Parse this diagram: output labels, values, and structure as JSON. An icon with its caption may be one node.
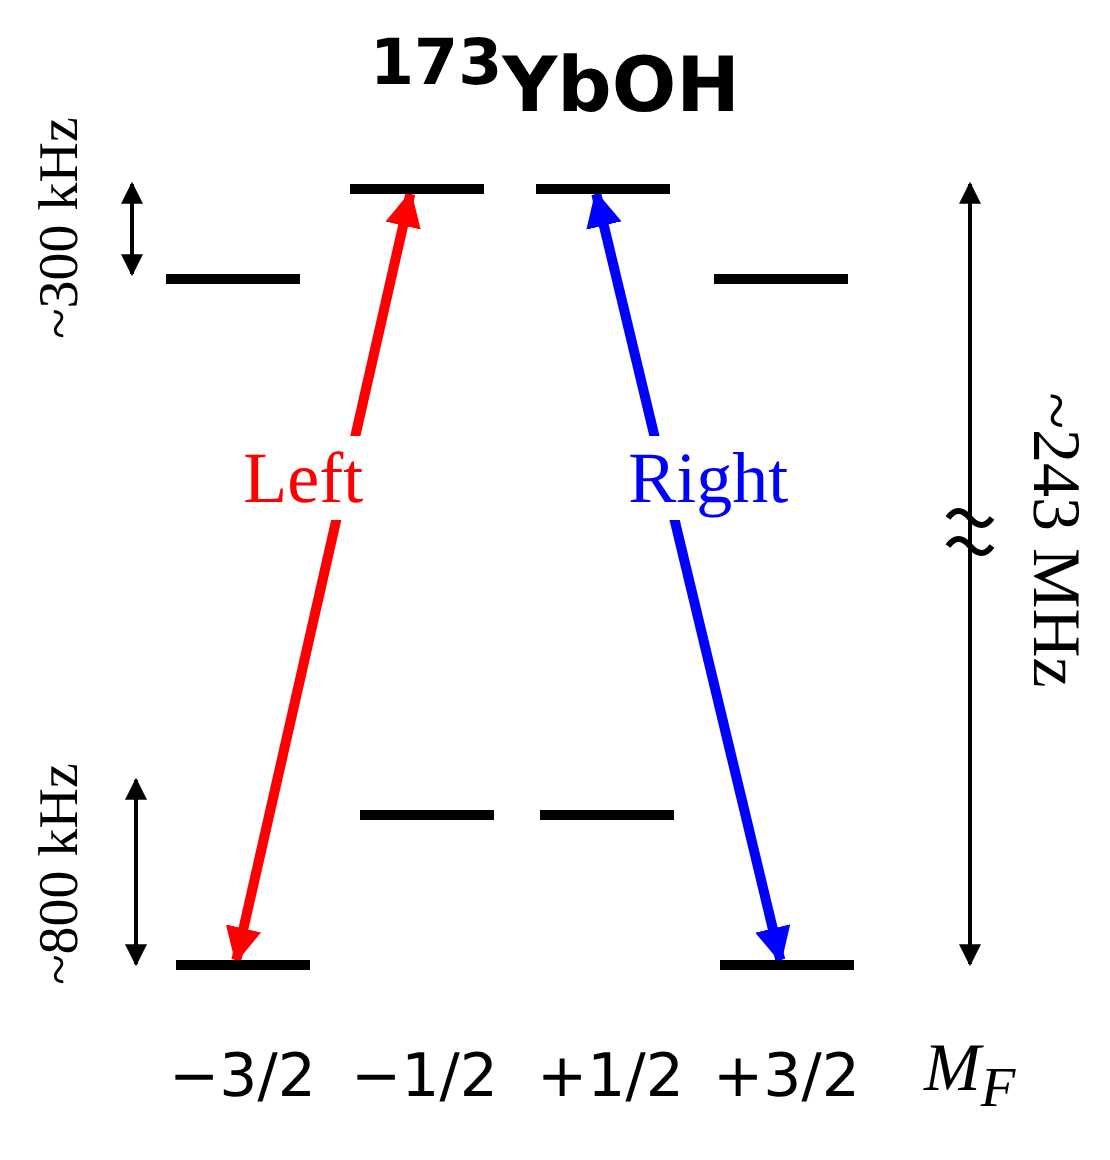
{
  "diagram": {
    "title": "$^{173}$YbOH",
    "nodes": [
      {
        "text": [],
        "shape": "bar"
      },
      {
        "text": [],
        "shape": "bar"
      },
      {
        "text": [],
        "shape": "bar"
      },
      {
        "text": [],
        "shape": "bar"
      },
      {
        "text": [],
        "shape": "bar"
      },
      {
        "text": [],
        "shape": "bar"
      },
      {
        "text": [],
        "shape": "bar"
      },
      {
        "text": [],
        "shape": "bar"
      }
    ],
    "edges": [
      {
        "from": 6,
        "to": 0,
        "arrow": "both",
        "label": "Left",
        "color": "#ff0000"
      },
      {
        "from": 1,
        "to": 7,
        "arrow": "both",
        "label": "Right",
        "color": "#0000ff"
      }
    ],
    "labels": [
      "~300 kHz",
      "~800 kHz",
      "~243 MHz",
      "−3/2",
      "−1/2",
      "+1/2",
      "+3/2",
      "M$_{F}$"
    ]
  }
}
